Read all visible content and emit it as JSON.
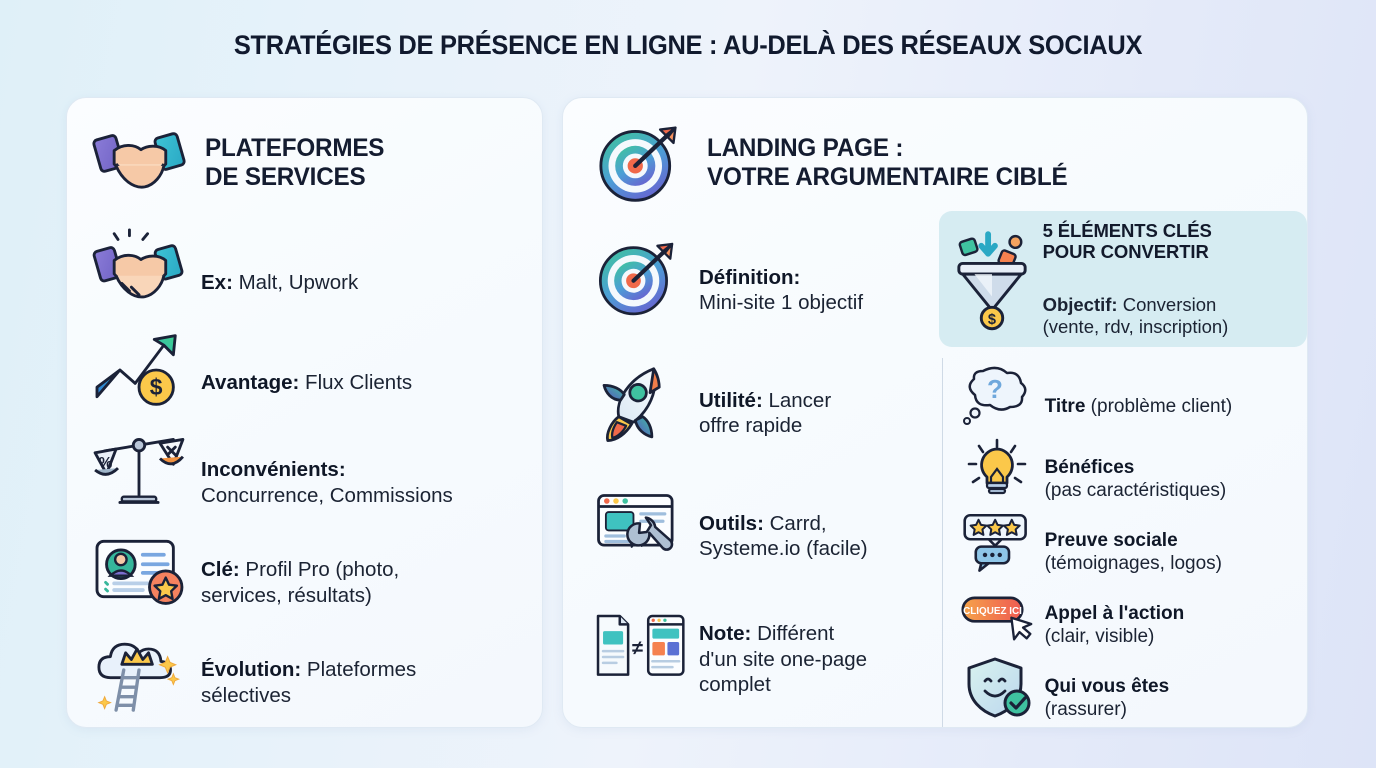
{
  "page": {
    "title": "STRATÉGIES DE PRÉSENCE EN LIGNE : AU-DELÀ DES RÉSEAUX SOCIAUX",
    "bg_gradient_from": "#dff0f8",
    "bg_gradient_to": "#dde4f7"
  },
  "panel_left": {
    "icon": "handshake-icon",
    "heading": "PLATEFORMES\nDE SERVICES",
    "items": [
      {
        "icon": "handshake-sparkle-icon",
        "label": "Ex:",
        "value": " Malt, Upwork",
        "multiline": false
      },
      {
        "icon": "growth-chart-coin-icon",
        "label": "Avantage:",
        "value": " Flux Clients",
        "multiline": false
      },
      {
        "icon": "balance-scale-icon",
        "label": "Inconvénients:",
        "value": "\nConcurrence, Commissions",
        "multiline": true
      },
      {
        "icon": "profile-card-star-icon",
        "label": "Clé:",
        "value": " Profil Pro (photo,\nservices, résultats)",
        "multiline": true
      },
      {
        "icon": "cloud-crown-ladder-icon",
        "label": "Évolution:",
        "value": " Plateformes\nsélectives",
        "multiline": true
      }
    ]
  },
  "panel_right": {
    "icon": "target-arrow-icon",
    "heading": "LANDING PAGE :\nVOTRE ARGUMENTAIRE CIBLÉ",
    "items": [
      {
        "icon": "target-arrow-icon",
        "label": "Définition:",
        "value": "\nMini-site 1 objectif"
      },
      {
        "icon": "rocket-icon",
        "label": "Utilité:",
        "value": " Lancer\noffre rapide"
      },
      {
        "icon": "browser-wrench-icon",
        "label": "Outils:",
        "value": " Carrd,\nSysteme.io (facile)"
      },
      {
        "icon": "document-vs-page-icon",
        "label": "Note:",
        "value": " Différent\nd'un site one-page\ncomplet"
      }
    ],
    "highlight": {
      "icon": "funnel-coin-icon",
      "title": "5 ÉLÉMENTS CLÉS\nPOUR CONVERTIR",
      "sub_label": "Objectif:",
      "sub_value": " Conversion\n(vente, rdv, inscription)",
      "bg_color": "#d6ecf2"
    },
    "key_elements": [
      {
        "icon": "thought-question-icon",
        "bold": "Titre",
        "rest": " (problème client)"
      },
      {
        "icon": "lightbulb-icon",
        "bold": "Bénéfices",
        "rest": "\n(pas caractéristiques)"
      },
      {
        "icon": "stars-review-icon",
        "bold": "Preuve sociale",
        "rest": "\n(témoignages, logos)"
      },
      {
        "icon": "cta-button-cursor-icon",
        "bold": "Appel à l'action",
        "rest": "\n(clair, visible)",
        "button_text": "CLIQUEZ ICI"
      },
      {
        "icon": "shield-smile-check-icon",
        "bold": "Qui vous êtes",
        "rest": "\n(rassurer)"
      }
    ]
  }
}
